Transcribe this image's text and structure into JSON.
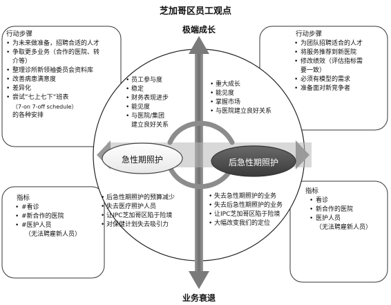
{
  "title": "芝加哥区员工观点",
  "axis": {
    "top": "极端成长",
    "bottom": "业务衰退"
  },
  "nodes": {
    "left": "急性期照护",
    "right": "后急性期照护"
  },
  "boxes": {
    "top_left": {
      "title": "行动步骤",
      "items": [
        "为未来做准备，招聘合适的人才",
        "争取更多业务（合作的医院、转",
        "介等）",
        "整理诊所新领袖委员会资料库",
        "改善病患满意度",
        "差异化",
        "尝试“七上七下”班表",
        "（7-on 7-off schedule）",
        "的各种安排"
      ]
    },
    "top_right": {
      "title": "行动步骤",
      "items": [
        "为团队招聘适合的人才",
        "将服务推荐到新医院",
        "修改绩效（评估指标需",
        "要一致）",
        "必须有模型的需求",
        "准备面对新竞争者"
      ]
    },
    "bottom_left": {
      "title": "指标",
      "items": [
        "#看诊",
        "#新合作的医院",
        "#医护人员",
        "（无法聘雇新人员）"
      ]
    },
    "bottom_right": {
      "title": "指标",
      "items": [
        "看诊",
        "新合作的医院",
        "医护人员",
        "（无法聘雇新人员）"
      ]
    }
  },
  "quadrants": {
    "upper_left": [
      "员工参与度",
      "稳定",
      "财务表现进步",
      "能见度",
      "与医院/集团",
      "建立良好关系"
    ],
    "upper_right": [
      "重大成长",
      "能见度",
      "掌握市场",
      "与医院建立良好关系"
    ],
    "lower_left": [
      "后急性期照护的预算减少",
      "失去医疗照护人员",
      "让IPC芝加哥区陷于险境",
      "对保健计划失去吸引力"
    ],
    "lower_right": [
      "失去急性期照护的业务",
      "失去后急性期照护的业务",
      "让IPC芝加哥区陷于险境",
      "大幅改变我们的定位"
    ]
  },
  "colors": {
    "dark_node": "#4a4a4a",
    "arrow": "#808080",
    "ink": "#111111"
  }
}
